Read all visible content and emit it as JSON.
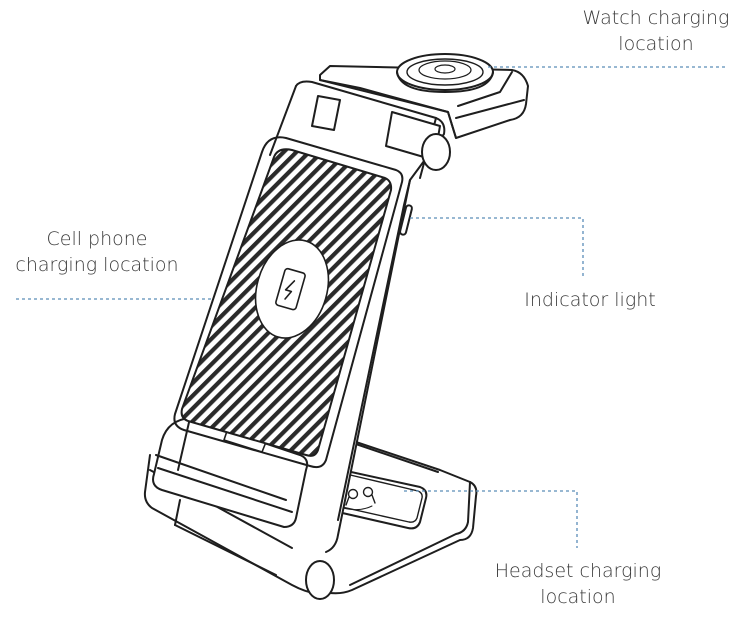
{
  "callouts": {
    "watch": {
      "line1": "Watch charging",
      "line2": "location"
    },
    "phone": {
      "line1": "Cell phone",
      "line2": "charging location"
    },
    "indicator": {
      "line1": "Indicator light"
    },
    "headset": {
      "line1": "Headset charging",
      "line2": "location"
    }
  },
  "colors": {
    "outline": "#1e1e1e",
    "leader_line": "#5b8db8",
    "label_text": "#3a3a3a"
  },
  "icons": [
    "phone-charging-icon",
    "watch-puck-icon",
    "earbuds-icon"
  ]
}
